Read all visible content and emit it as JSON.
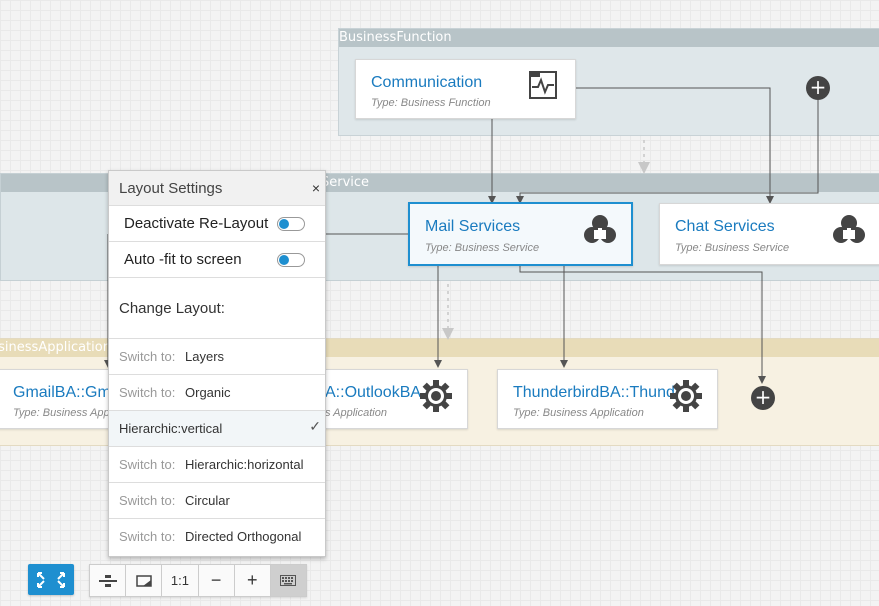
{
  "lanes": {
    "function": "BusinessFunction",
    "service": "Service",
    "application": "BusinessApplication"
  },
  "nodes": {
    "communication": {
      "title": "Communication",
      "type": "Type: Business Function",
      "icon": "function-chart-icon"
    },
    "mail": {
      "title": "Mail Services",
      "type": "Type: Business Service",
      "icon": "business-service-icon"
    },
    "chat": {
      "title": "Chat Services",
      "type": "Type: Business Service",
      "icon": "business-service-icon"
    },
    "gmail": {
      "title": "GmailBA::Gmail",
      "type": "Type: Business Application",
      "icon": "gear-icon"
    },
    "outlook": {
      "title": "A::OutlookBA",
      "type": "s Application",
      "icon": "gear-icon"
    },
    "thunderbird": {
      "title": "ThunderbirdBA::Thund",
      "type": "Type: Business Application",
      "icon": "gear-icon"
    }
  },
  "panel": {
    "title": "Layout Settings",
    "close": "×",
    "toggles": [
      {
        "label": "Deactivate Re-Layout",
        "on": false
      },
      {
        "label": "Auto -fit to screen",
        "on": false
      }
    ],
    "change_label": "Change Layout:",
    "options": [
      {
        "prefix": "Switch to:",
        "name": "Layers"
      },
      {
        "prefix": "Switch to:",
        "name": "Organic"
      },
      {
        "name": "Hierarchic:vertical",
        "active": true,
        "check": "✓"
      },
      {
        "prefix": "Switch to:",
        "name": "Hierarchic:horizontal"
      },
      {
        "prefix": "Switch to:",
        "name": "Circular"
      },
      {
        "prefix": "Switch to:",
        "name": "Directed Orthogonal"
      }
    ]
  },
  "toolbar": {
    "fit_icon": "expand-icon",
    "buttons": [
      {
        "name": "layout-icon"
      },
      {
        "name": "overview-icon"
      },
      {
        "label": "1:1"
      },
      {
        "label": "−"
      },
      {
        "label": "+"
      },
      {
        "name": "keyboard-icon"
      }
    ]
  },
  "colors": {
    "accent": "#1e8fd0",
    "link": "#1a7bbf"
  }
}
